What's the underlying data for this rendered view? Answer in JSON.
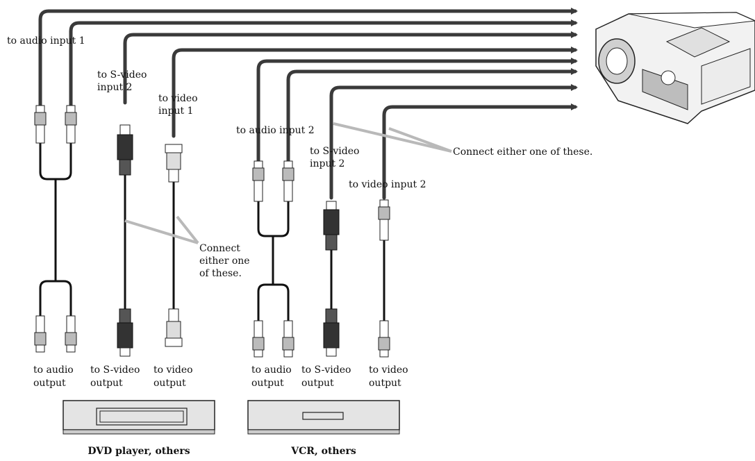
{
  "labels": {
    "audio_in_1": "to audio input 1",
    "svideo_in_2_top_a": "to S-video",
    "svideo_in_2_top_b": "input 2",
    "video_in_1_a": "to video",
    "video_in_1_b": "input 1",
    "audio_in_2": "to audio input 2",
    "svideo_in_2_mid_a": "to S-video",
    "svideo_in_2_mid_b": "input 2",
    "video_in_2": "to video input 2",
    "connect_either_right": "Connect either one of these.",
    "connect_either_left_a": "Connect",
    "connect_either_left_b": "either one",
    "connect_either_left_c": "of these.",
    "out_audio_a": "to audio",
    "out_audio_b": "output",
    "out_svideo_a": "to S-video",
    "out_svideo_b": "output",
    "out_video_a": "to video",
    "out_video_b": "output",
    "out2_audio_a": "to audio",
    "out2_audio_b": "output",
    "out2_svideo_a": "to S-video",
    "out2_svideo_b": "output",
    "out2_video_a": "to video",
    "out2_video_b": "output"
  },
  "devices": {
    "dvd": "DVD player, others",
    "vcr": "VCR, others"
  }
}
